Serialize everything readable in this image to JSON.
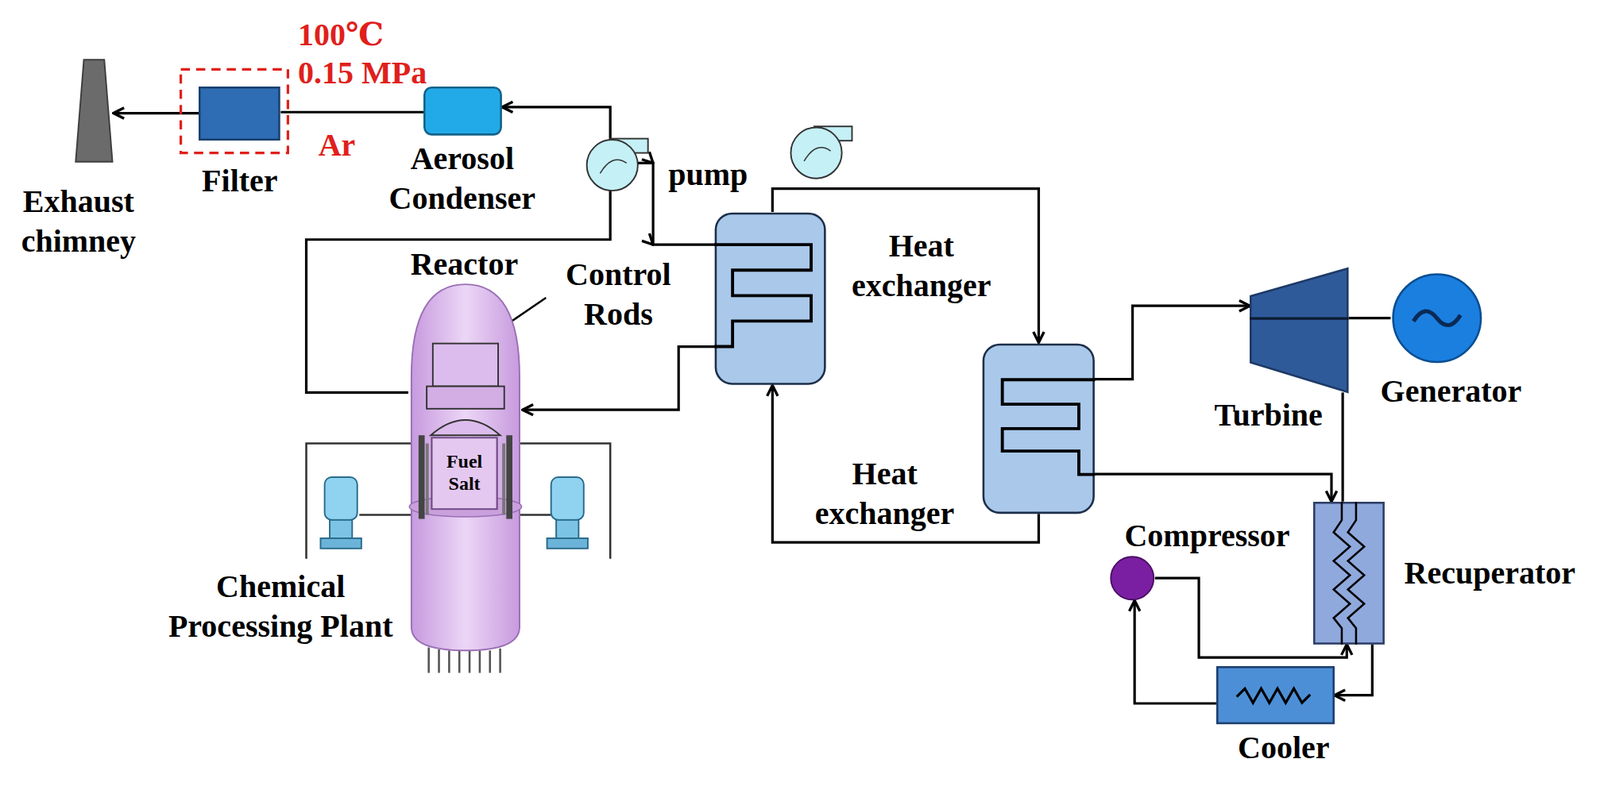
{
  "diagram": {
    "nodes": [
      {
        "text": [
          "Exhaust chimney"
        ]
      },
      {
        "text": [
          "Filter"
        ]
      },
      {
        "text": [
          "Aerosol Condenser"
        ]
      },
      {
        "text": [
          "Reactor"
        ]
      },
      {
        "text": [
          "Fuel Salt"
        ],
        "in": 3
      },
      {
        "text": [
          "Heat exchanger"
        ]
      },
      {
        "text": [
          "Heat exchanger"
        ]
      },
      {
        "text": [
          "Turbine"
        ]
      },
      {
        "text": [
          "Generator"
        ]
      },
      {
        "text": [
          "Compressor"
        ]
      },
      {
        "text": [
          "Recuperator"
        ]
      },
      {
        "text": [
          "Cooler"
        ]
      }
    ],
    "edges": [
      {
        "from": 1,
        "to": 0,
        "arrow": "to"
      },
      {
        "from": 2,
        "to": 1,
        "arrow": "none"
      },
      {
        "from": 3,
        "to": 2,
        "arrow": "to"
      },
      {
        "from": 5,
        "to": 3,
        "arrow": "to"
      },
      {
        "from": 5,
        "to": 6,
        "arrow": "to"
      },
      {
        "from": 6,
        "to": 5,
        "arrow": "to"
      },
      {
        "from": 6,
        "to": 7,
        "arrow": "to"
      },
      {
        "from": 7,
        "to": 8,
        "arrow": "none"
      },
      {
        "from": 7,
        "to": 10,
        "arrow": "none"
      },
      {
        "from": 10,
        "to": 11,
        "arrow": "to"
      },
      {
        "from": 11,
        "to": 9,
        "arrow": "to"
      },
      {
        "from": 9,
        "to": 10,
        "arrow": "to"
      },
      {
        "from": 6,
        "to": 10,
        "arrow": "to"
      }
    ],
    "labels": [
      "100℃",
      "0.15 MPa",
      "Ar",
      "pump",
      "Control Rods",
      "Chemical Processing Plant"
    ]
  }
}
